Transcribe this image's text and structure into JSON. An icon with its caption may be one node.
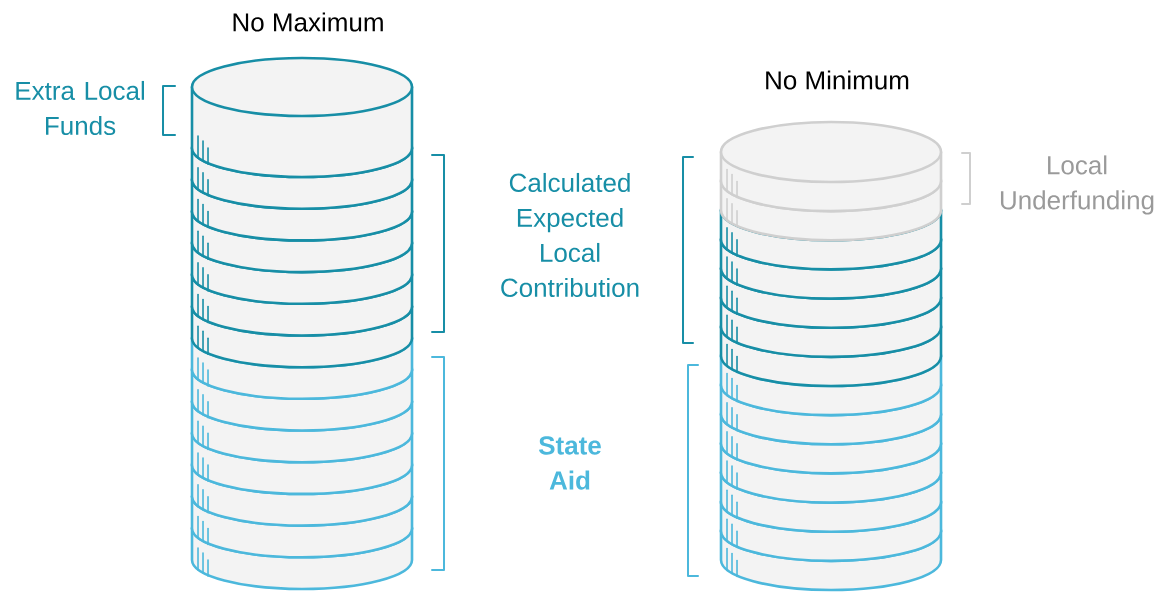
{
  "diagram": {
    "nodes": [
      {
        "text": [
          "No Maximum"
        ]
      },
      {
        "text": [
          "No Minimum"
        ]
      }
    ],
    "labels": [
      "Extra Local Funds",
      "Calculated Expected Local Contribution",
      "State Aid",
      "Local Underfunding"
    ]
  }
}
